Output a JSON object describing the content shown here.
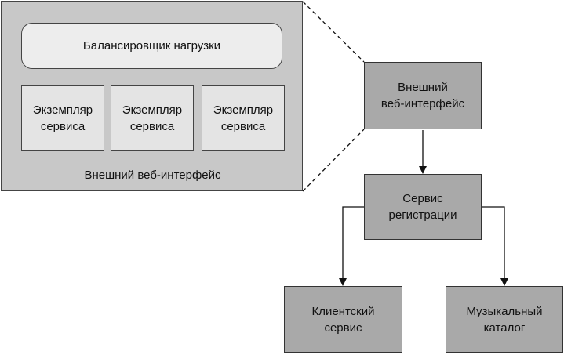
{
  "detail": {
    "balancer_label": "Балансировщик нагрузки",
    "instances": [
      {
        "line1": "Экземпляр",
        "line2": "сервиса"
      },
      {
        "line1": "Экземпляр",
        "line2": "сервиса"
      },
      {
        "line1": "Экземпляр",
        "line2": "сервиса"
      }
    ],
    "caption": "Внешний веб-интерфейс"
  },
  "services": {
    "frontend": {
      "line1": "Внешний",
      "line2": "веб-интерфейс"
    },
    "registration": {
      "line1": "Сервис",
      "line2": "регистрации"
    },
    "client": {
      "line1": "Клиентский",
      "line2": "сервис"
    },
    "music": {
      "line1": "Музыкальный",
      "line2": "каталог"
    }
  },
  "colors": {
    "detail_fill": "#c8c8c8",
    "instance_fill": "#e4e4e4",
    "service_fill": "#a9a9a9",
    "stroke": "#333333"
  }
}
